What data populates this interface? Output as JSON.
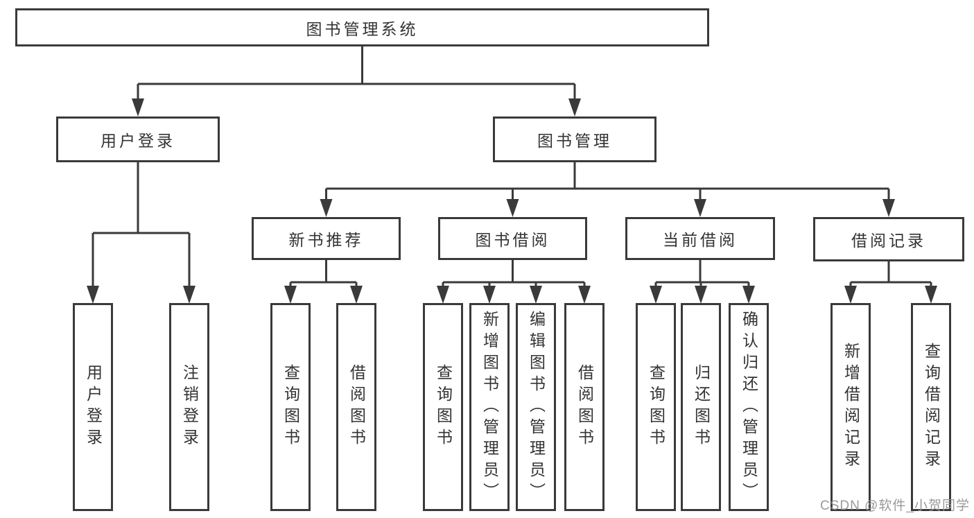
{
  "diagram": {
    "root": {
      "label": "图书管理系统"
    },
    "level2": [
      {
        "label": "用户登录"
      },
      {
        "label": "图书管理"
      }
    ],
    "level3": [
      {
        "label": "新书推荐",
        "parent": "图书管理"
      },
      {
        "label": "图书借阅",
        "parent": "图书管理"
      },
      {
        "label": "当前借阅",
        "parent": "图书管理"
      },
      {
        "label": "借阅记录",
        "parent": "图书管理"
      }
    ],
    "leaves": [
      {
        "label": "用户登录",
        "parent": "用户登录"
      },
      {
        "label": "注销登录",
        "parent": "用户登录"
      },
      {
        "label": "查询图书",
        "parent": "新书推荐"
      },
      {
        "label": "借阅图书",
        "parent": "新书推荐"
      },
      {
        "label": "查询图书",
        "parent": "图书借阅"
      },
      {
        "label": "新增图书（管理员）",
        "parent": "图书借阅"
      },
      {
        "label": "编辑图书（管理员）",
        "parent": "图书借阅"
      },
      {
        "label": "借阅图书",
        "parent": "图书借阅"
      },
      {
        "label": "查询图书",
        "parent": "当前借阅"
      },
      {
        "label": "归还图书",
        "parent": "当前借阅"
      },
      {
        "label": "确认归还（管理员）",
        "parent": "当前借阅"
      },
      {
        "label": "新增借阅记录",
        "parent": "借阅记录"
      },
      {
        "label": "查询借阅记录",
        "parent": "借阅记录"
      }
    ]
  },
  "watermark": {
    "text": "CSDN @软件_小贺同学"
  },
  "colors": {
    "line": "#3a3a3a",
    "text": "#333333",
    "watermark": "#949494",
    "background": "#ffffff"
  }
}
